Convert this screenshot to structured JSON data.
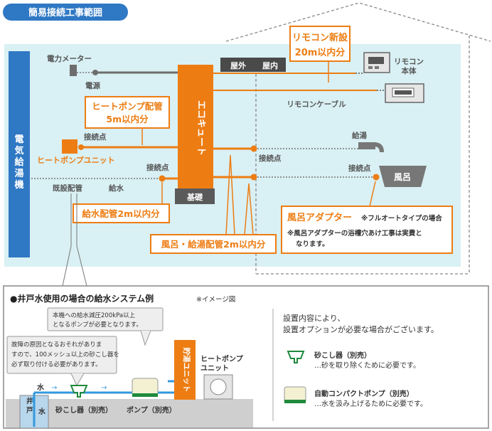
{
  "header": {
    "title": "簡易接続工事範囲"
  },
  "labels": {
    "power_meter": "電力メーター",
    "power_source": "電源",
    "outdoor": "屋外",
    "indoor": "屋内",
    "vertical_left": "電気給湯機",
    "ecocute": "エコキュート",
    "foundation": "基礎",
    "heatpump_unit": "ヒートポンプユニット",
    "connection_point": "接続点",
    "existing_pipe": "既設配管",
    "water_supply": "給水",
    "hot_water": "給湯",
    "bath": "風呂",
    "remote_body_line1": "リモコン",
    "remote_body_line2": "本体",
    "remote_cable": "リモコンケーブル"
  },
  "callouts": {
    "remote_new_line1": "リモコン新設",
    "remote_new_line2": "20m以内分",
    "heatpump_pipe_line1": "ヒートポンプ配管",
    "heatpump_pipe_line2": "5m以内分",
    "water_pipe": "給水配管2m以内分",
    "bath_pipe": "風呂・給湯配管2m以内分",
    "bath_adapter": "風呂アダプター",
    "bath_adapter_note": "※フルオートタイプの場合",
    "bath_adapter_note2_line1": "※風呂アダプターの浴槽穴あけ工事は実費と",
    "bath_adapter_note2_line2": "なります。"
  },
  "well": {
    "title": "●井戸水使用の場合の給水システム例",
    "image_note": "※イメージ図",
    "bubble1_line1": "本機への給水減圧200kPa以上",
    "bubble1_line2": "となるポンプが必要となります。",
    "bubble2_line1": "故障の原因となるおそれがありま",
    "bubble2_line2": "すので、100メッシュ以上の砂こし器を",
    "bubble2_line3": "必ず取り付ける必要があります。",
    "water": "水",
    "well_label": "井戸",
    "strainer_label": "砂こし器（別売）",
    "pump_label": "ポンプ（別売）",
    "tank_label": "貯湯ユニット",
    "hp_line1": "ヒートポンプ",
    "hp_line2": "ユニット",
    "options_line1": "設置内容により、",
    "options_line2": "設置オプションが必要な場合がございます。",
    "legend_strainer_title": "砂こし器（別売）",
    "legend_strainer_desc": "…砂を取り除くために必要です。",
    "legend_pump_title": "自動コンパクトポンプ（別売）",
    "legend_pump_desc": "…水を汲み上げるために必要です。"
  },
  "colors": {
    "orange": "#ed7d13",
    "blue": "#2f78c4",
    "light_blue": "#d9f0f4",
    "dark_gray": "#555555",
    "green": "#1f8a3b",
    "cream": "#f4f1d2"
  }
}
